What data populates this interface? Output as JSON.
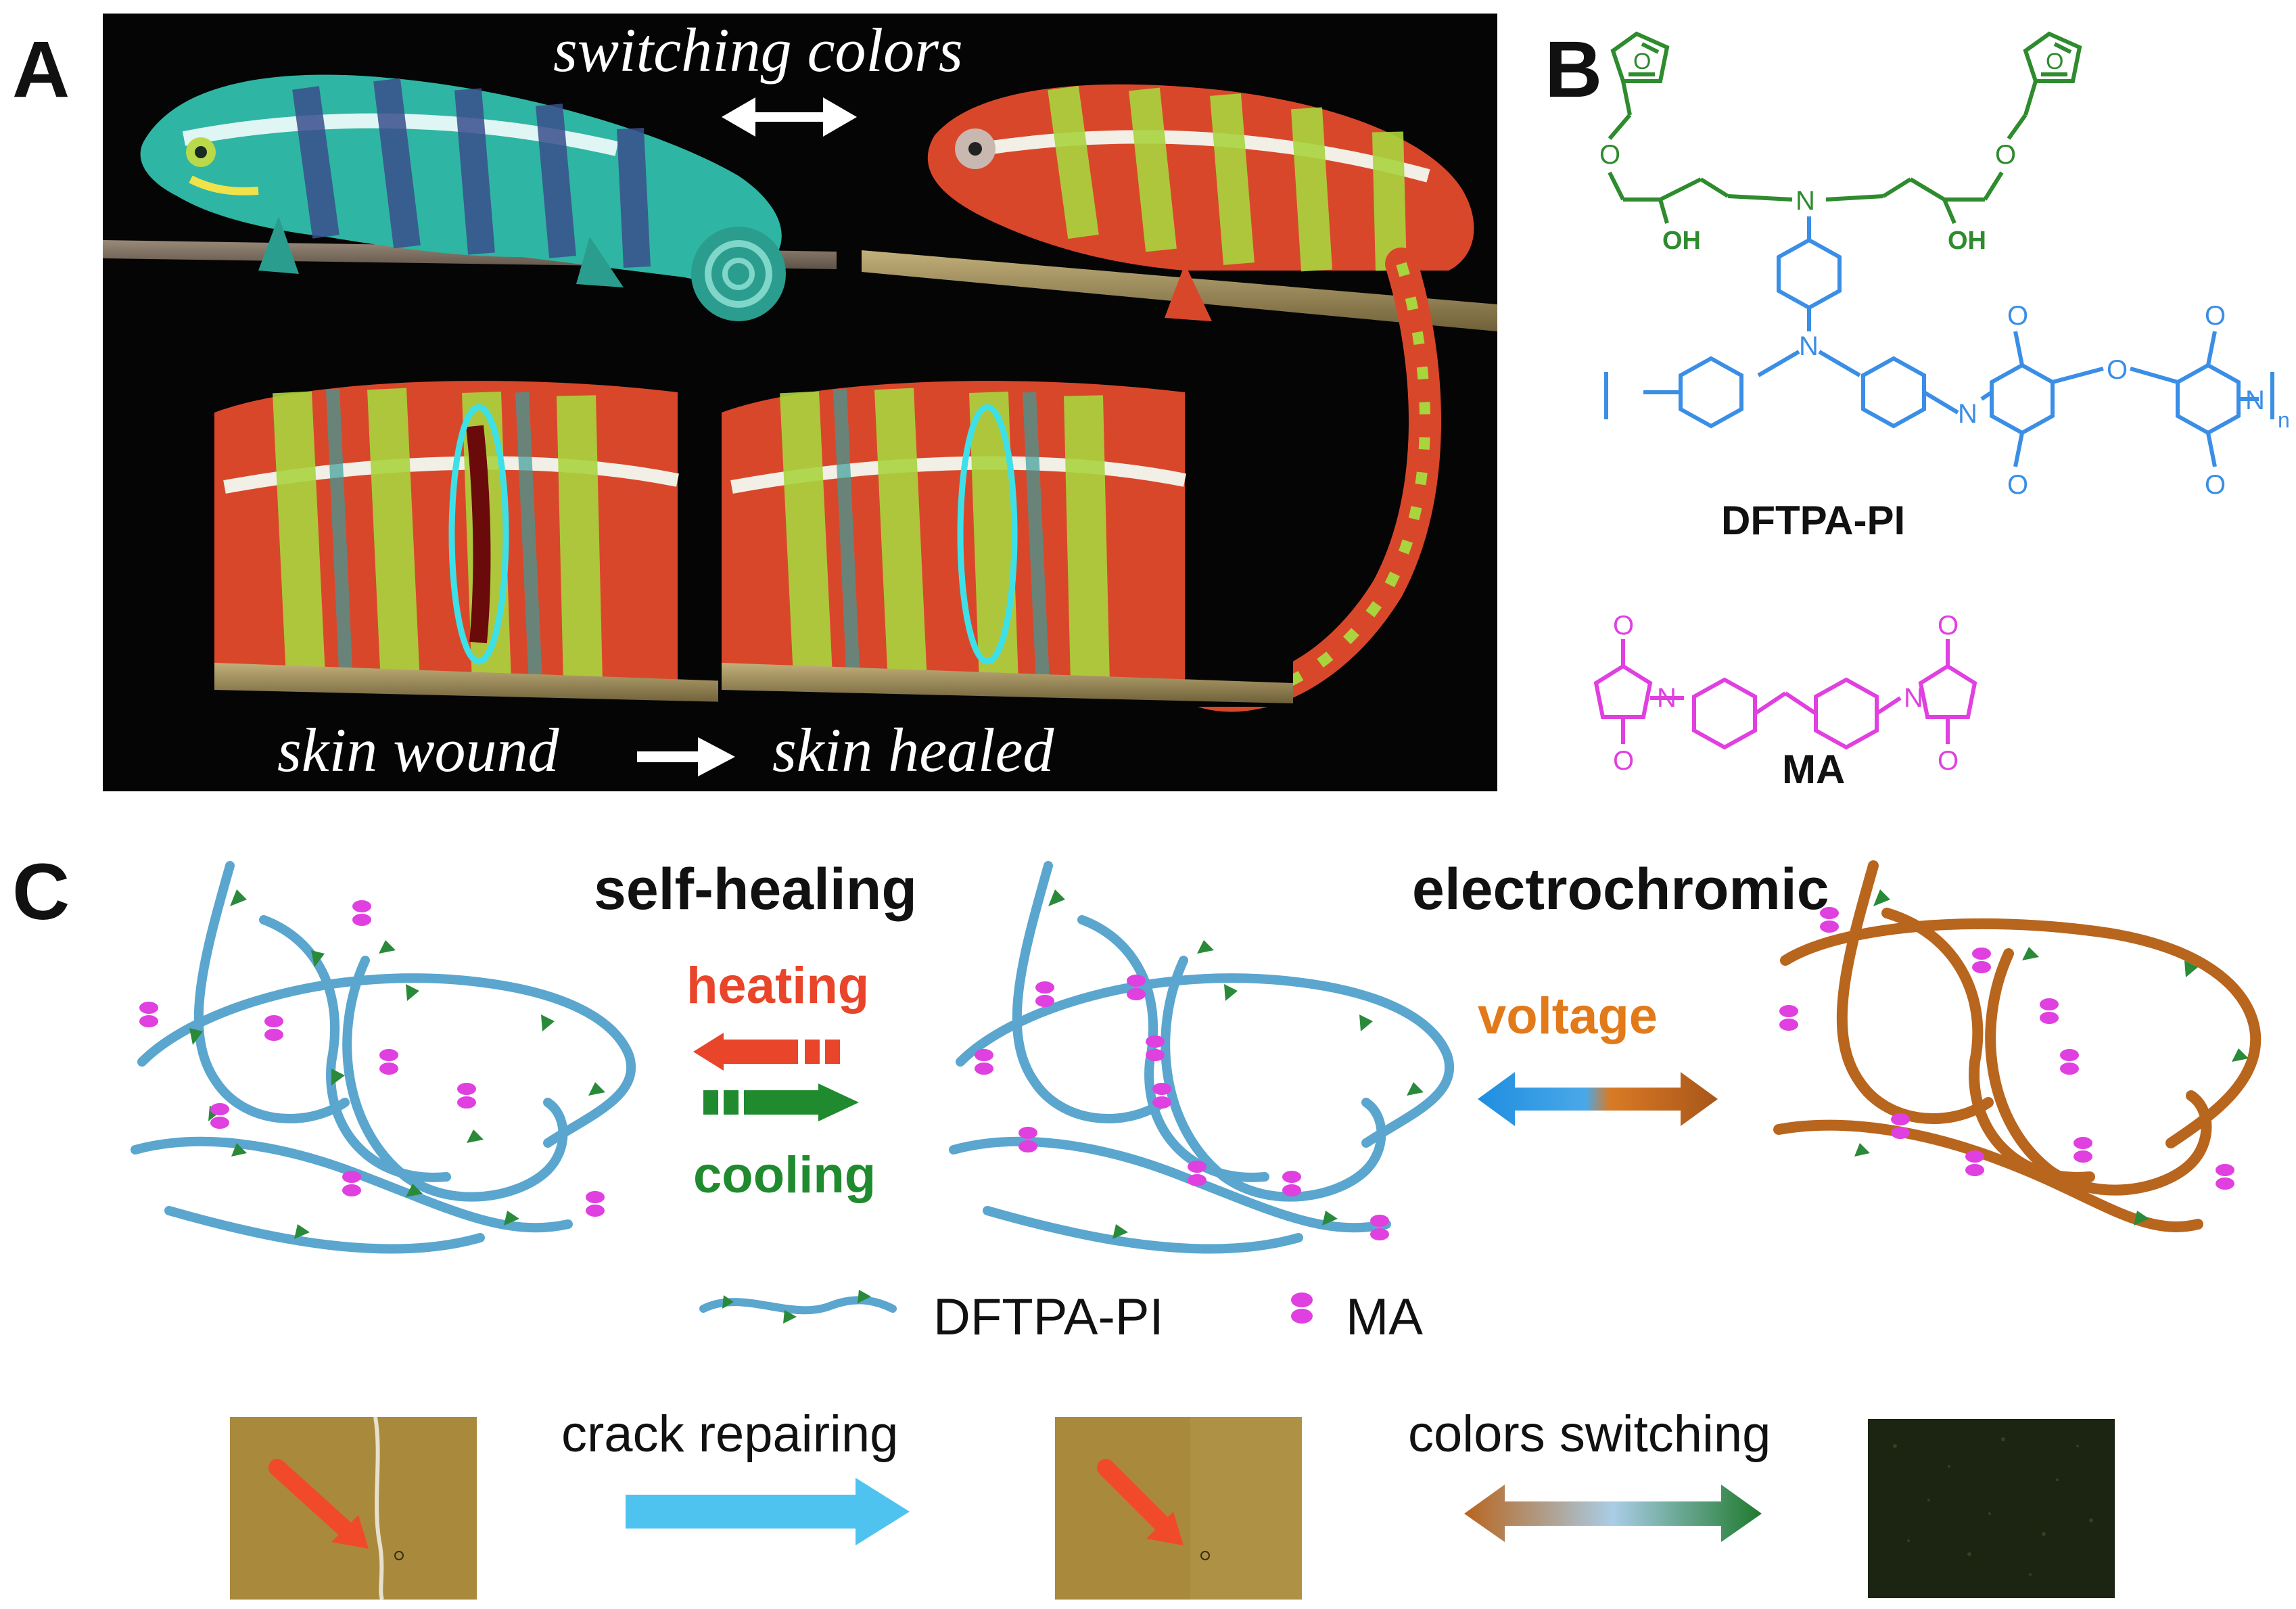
{
  "panel_a": {
    "letter": "A",
    "top_caption": "switching colors",
    "bottom_left_caption": "skin wound",
    "bottom_right_caption": "skin healed"
  },
  "panel_b": {
    "letter": "B",
    "polymer_name": "DFTPA-PI",
    "crosslinker_name": "MA",
    "atom_labels": {
      "oxygen": "O",
      "nitrogen": "N",
      "hydroxyl": "OH",
      "repeat_subscript": "n"
    }
  },
  "panel_c": {
    "letter": "C",
    "self_healing_title": "self-healing",
    "electrochromic_title": "electrochromic",
    "heating_label": "heating",
    "cooling_label": "cooling",
    "voltage_label": "voltage",
    "legend_polymer": "DFTPA-PI",
    "legend_crosslinker": "MA",
    "crack_repairing_label": "crack repairing",
    "colors_switching_label": "colors switching"
  },
  "colors": {
    "green_structure": "#2e8b2e",
    "blue_structure": "#3a8ee6",
    "magenta_structure": "#e040e0",
    "chain_blue": "#5aa6cf",
    "chain_brown": "#b8651e",
    "heating_red": "#e8452a",
    "cooling_green": "#1f8a2e",
    "voltage_orange": "#e27a1a",
    "arrow_cyan": "#4ec3f0",
    "film_tan": "#a98a3c",
    "film_dark": "#1c2412"
  }
}
